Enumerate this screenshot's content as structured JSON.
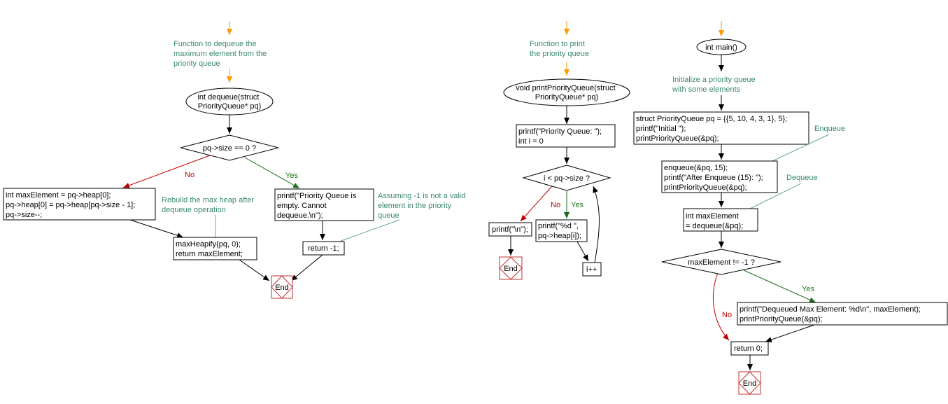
{
  "colors": {
    "comment": "#3a8a6a",
    "no_edge": "#c00000",
    "yes_edge": "#1a6a1a",
    "entry_arrow": "#ff9900",
    "end_border": "#c03030"
  },
  "dequeue": {
    "comment_title": [
      "Function to dequeue the",
      "maximum element from the",
      "priority queue"
    ],
    "start": [
      "int dequeue(struct",
      "PriorityQueue* pq)"
    ],
    "cond": "pq->size == 0 ?",
    "no": "No",
    "yes": "Yes",
    "else_block": [
      "int maxElement = pq->heap[0];",
      "pq->heap[0] = pq->heap[pq->size - 1];",
      "pq->size--;"
    ],
    "rebuild_comment": [
      "Rebuild the max heap after",
      "dequeue operation"
    ],
    "heapify_block": [
      "maxHeapify(pq, 0);",
      "return maxElement;"
    ],
    "empty_block": [
      "printf(\"Priority Queue is",
      "empty. Cannot",
      "dequeue.\\n\");"
    ],
    "assume_comment": [
      "Assuming -1 is not a valid",
      "element in the priority",
      "queue"
    ],
    "return_block": "return -1;",
    "end": "End"
  },
  "print_fn": {
    "comment_title": [
      "Function to print",
      "the priority queue"
    ],
    "start": [
      "void printPriorityQueue(struct",
      "PriorityQueue* pq)"
    ],
    "init_block": [
      "printf(\"Priority Queue: \");",
      "int i = 0"
    ],
    "cond": "i < pq->size ?",
    "no": "No",
    "yes": "Yes",
    "newline_block": "printf(\"\\n\");",
    "body_block": [
      "printf(\"%d \",",
      "pq->heap[i]);"
    ],
    "inc_block": "i++",
    "end": "End"
  },
  "main_fn": {
    "start": "int main()",
    "init_comment": [
      "Initialize a priority queue",
      "with some elements"
    ],
    "init_block": [
      "struct PriorityQueue pq = {{5, 10, 4, 3, 1}, 5};",
      "printf(\"Initial \");",
      "printPriorityQueue(&pq);"
    ],
    "enqueue_comment": "Enqueue",
    "enqueue_block": [
      "enqueue(&pq, 15);",
      "printf(\"After Enqueue (15): \");",
      "printPriorityQueue(&pq);"
    ],
    "dequeue_comment": "Dequeue",
    "dequeue_block": [
      "int maxElement",
      "= dequeue(&pq);"
    ],
    "cond": "maxElement != -1 ?",
    "no": "No",
    "yes": "Yes",
    "print_block": [
      "printf(\"Dequeued Max Element: %d\\n\", maxElement);",
      "printPriorityQueue(&pq);"
    ],
    "return_block": "return 0;",
    "end": "End"
  }
}
